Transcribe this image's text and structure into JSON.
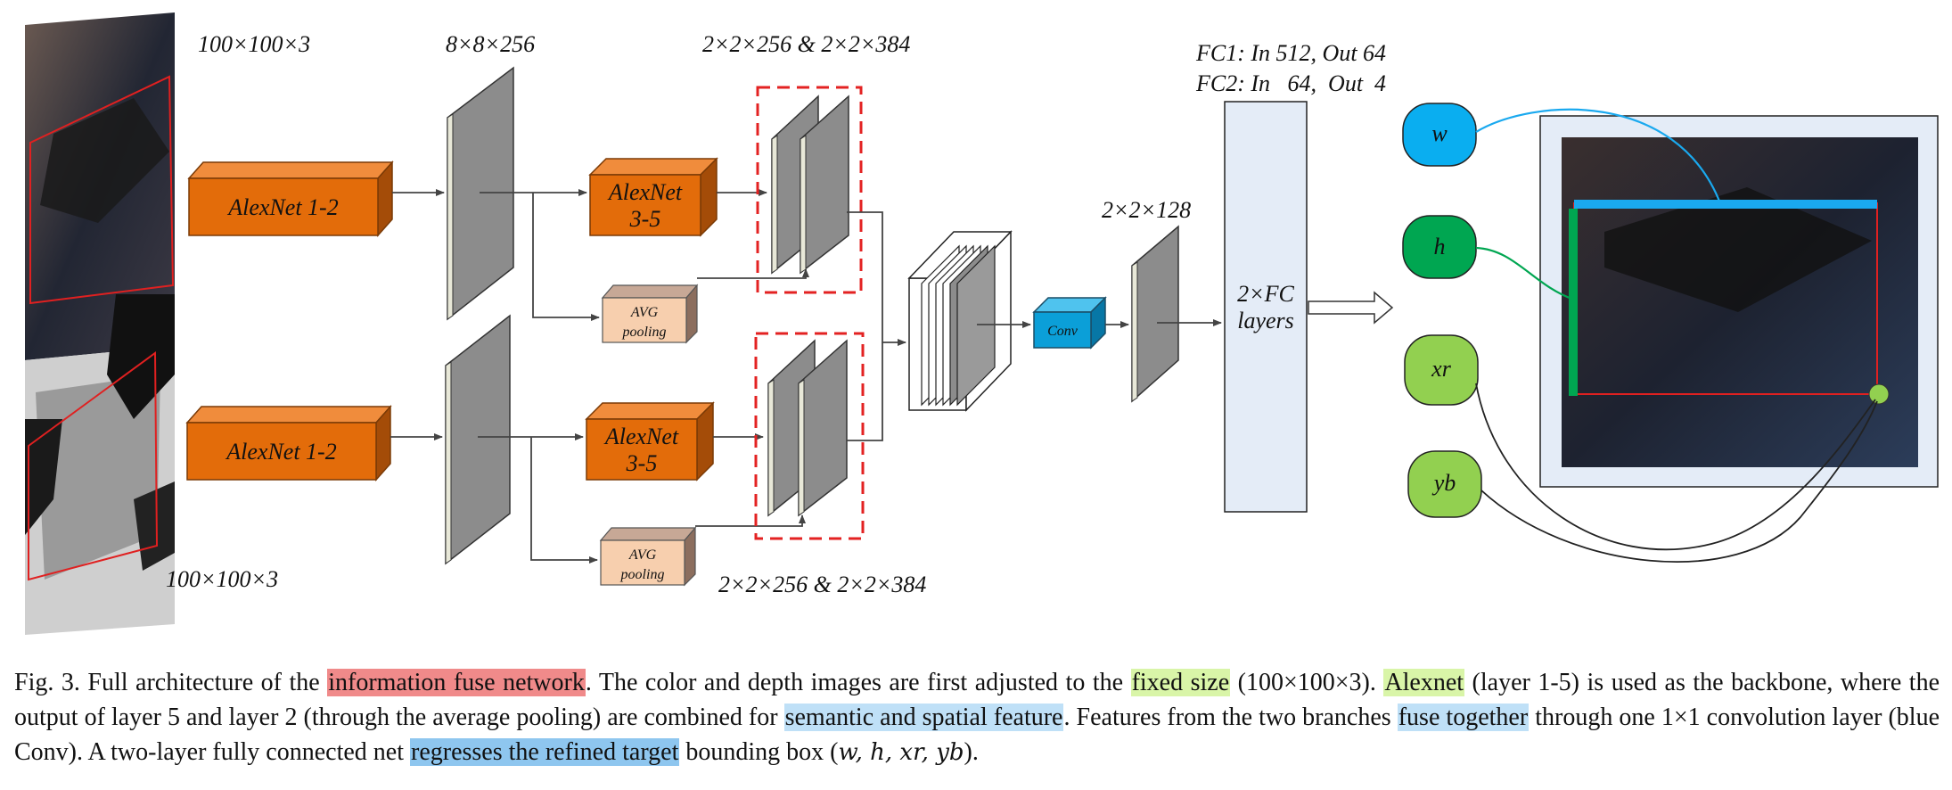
{
  "diagram": {
    "dims": {
      "top_input": "100×100×3",
      "bottom_input": "100×100×3",
      "feature_map": "8×8×256",
      "top_concat": "2×2×256 & 2×2×384",
      "bottom_concat": "2×2×256 & 2×2×384",
      "fused": "2×2×128",
      "fc1": "FC1: In 512, Out 64",
      "fc2": "FC2: In   64,  Out  4"
    },
    "blocks": {
      "alexnet_12": "AlexNet 1-2",
      "alexnet_35_line1": "AlexNet",
      "alexnet_35_line2": "3-5",
      "avg_line1": "AVG",
      "avg_line2": "pooling",
      "conv": "Conv",
      "fc_line1": "2×FC",
      "fc_line2": "layers"
    },
    "outputs": [
      "w",
      "h",
      "xr",
      "yb"
    ],
    "colors": {
      "alexnet": "#e36c0a",
      "avg": "#f7cfae",
      "conv": "#0b9fd8",
      "fc": "#e4ecf7",
      "w": "#0aaef0",
      "h": "#00a651",
      "xr": "#92d050",
      "yb": "#92d050",
      "dashed": "#e32222"
    }
  },
  "caption": {
    "p1": "Fig. 3. Full architecture of the ",
    "h1": "information fuse network",
    "p2": ". The color and depth images are first adjusted to the ",
    "h2": "fixed size",
    "p3": " (100×100×3). ",
    "h3": "Alexnet",
    "p4": " (layer 1-5) is used as the backbone, where the output of layer 5 and layer 2 (through the average pooling) are combined for ",
    "h4": "semantic and spatial feature",
    "p5": ". Features from the two branches ",
    "h5": "fuse together",
    "p6": " through one 1×1 convolution layer (blue Conv). A two-layer fully connected net ",
    "h6": "regresses the refined target",
    "p7": " bounding box (",
    "math": "w, h, xr, yb",
    "p8": ").",
    "highlight_colors": {
      "h1": "#f08a8a",
      "h2": "#d9f5a8",
      "h3": "#d9f5a8",
      "h4": "#bfe0f7",
      "h5": "#bfe0f7",
      "h6": "#8ec6ef"
    }
  }
}
